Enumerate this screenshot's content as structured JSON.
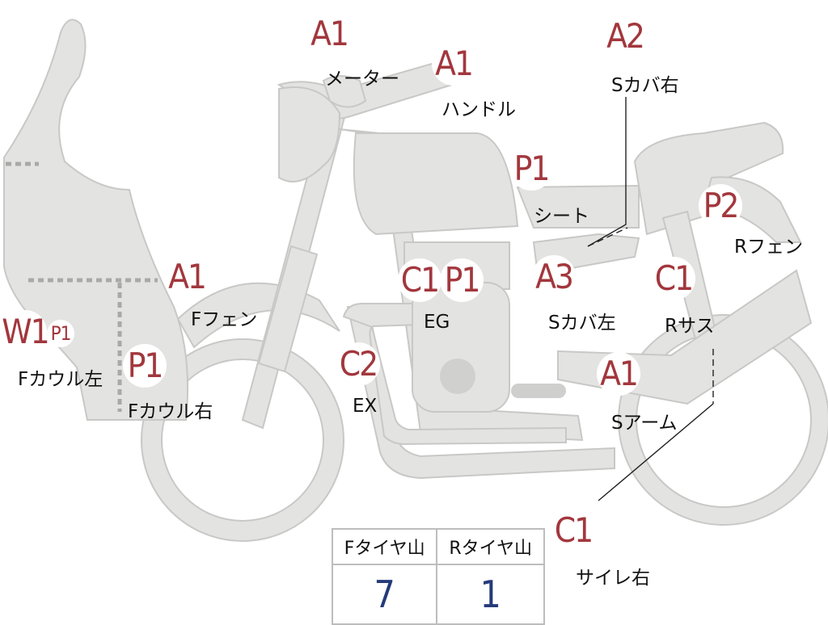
{
  "parts": [
    {
      "id": "meter",
      "grade": "A1",
      "name": "メーター"
    },
    {
      "id": "handle",
      "grade": "A1",
      "name": "ハンドル"
    },
    {
      "id": "side_cover_right",
      "grade": "A2",
      "name": "Sカバ右"
    },
    {
      "id": "seat",
      "grade": "P1",
      "name": "シート"
    },
    {
      "id": "rear_fender",
      "grade": "P2",
      "name": "Rフェン"
    },
    {
      "id": "front_fender",
      "grade": "A1",
      "name": "Fフェン"
    },
    {
      "id": "engine",
      "grades": [
        "C1",
        "P1"
      ],
      "name": "EG"
    },
    {
      "id": "side_cover_left",
      "grade": "A3",
      "name": "Sカバ左"
    },
    {
      "id": "rear_suspension",
      "grade": "C1",
      "name": "Rサス"
    },
    {
      "id": "front_cowl_left",
      "grades": [
        "W1",
        "P1"
      ],
      "name": "Fカウル左"
    },
    {
      "id": "front_cowl_right",
      "grade": "P1",
      "name": "Fカウル右"
    },
    {
      "id": "exhaust",
      "grade": "C2",
      "name": "EX"
    },
    {
      "id": "swing_arm",
      "grade": "A1",
      "name": "Sアーム"
    },
    {
      "id": "silencer_right",
      "grade": "C1",
      "name": "サイレ右"
    }
  ],
  "tire_table": {
    "headers": [
      "Fタイヤ山",
      "Rタイヤ山"
    ],
    "values": [
      "7",
      "1"
    ]
  },
  "colors": {
    "grade": "#a2373d",
    "tire_value": "#253a7a",
    "bike_fill": "#e3e3e1"
  }
}
